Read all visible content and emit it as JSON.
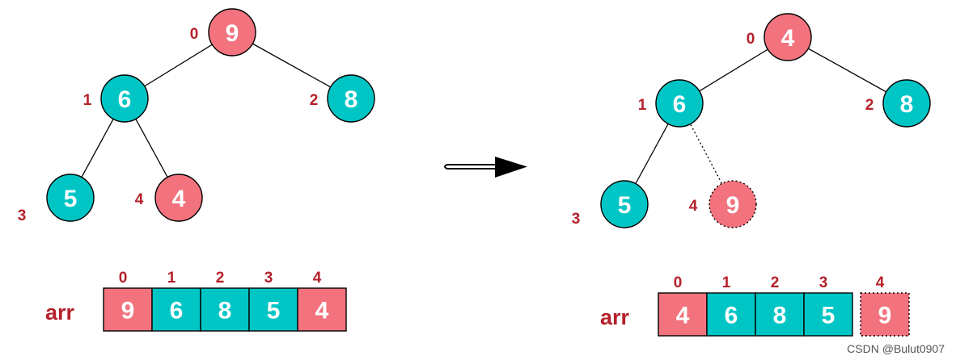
{
  "colors": {
    "pink": "#f2737e",
    "teal": "#00c5c5",
    "index_red": "#b5202a",
    "stroke": "#000000"
  },
  "left": {
    "nodes": [
      {
        "index": "0",
        "value": "9",
        "color": "pink",
        "dashed": false
      },
      {
        "index": "1",
        "value": "6",
        "color": "teal",
        "dashed": false
      },
      {
        "index": "2",
        "value": "8",
        "color": "teal",
        "dashed": false
      },
      {
        "index": "3",
        "value": "5",
        "color": "teal",
        "dashed": false
      },
      {
        "index": "4",
        "value": "4",
        "color": "pink",
        "dashed": false
      }
    ],
    "edges": [
      {
        "from": 0,
        "to": 1,
        "dashed": false
      },
      {
        "from": 0,
        "to": 2,
        "dashed": false
      },
      {
        "from": 1,
        "to": 3,
        "dashed": false
      },
      {
        "from": 1,
        "to": 4,
        "dashed": false
      }
    ],
    "array_label": "arr",
    "cells": [
      {
        "index": "0",
        "value": "9",
        "color": "pink",
        "dashed": false
      },
      {
        "index": "1",
        "value": "6",
        "color": "teal",
        "dashed": false
      },
      {
        "index": "2",
        "value": "8",
        "color": "teal",
        "dashed": false
      },
      {
        "index": "3",
        "value": "5",
        "color": "teal",
        "dashed": false
      },
      {
        "index": "4",
        "value": "4",
        "color": "pink",
        "dashed": false
      }
    ]
  },
  "right": {
    "nodes": [
      {
        "index": "0",
        "value": "4",
        "color": "pink",
        "dashed": false
      },
      {
        "index": "1",
        "value": "6",
        "color": "teal",
        "dashed": false
      },
      {
        "index": "2",
        "value": "8",
        "color": "teal",
        "dashed": false
      },
      {
        "index": "3",
        "value": "5",
        "color": "teal",
        "dashed": false
      },
      {
        "index": "4",
        "value": "9",
        "color": "pink",
        "dashed": true
      }
    ],
    "edges": [
      {
        "from": 0,
        "to": 1,
        "dashed": false
      },
      {
        "from": 0,
        "to": 2,
        "dashed": false
      },
      {
        "from": 1,
        "to": 3,
        "dashed": false
      },
      {
        "from": 1,
        "to": 4,
        "dashed": true
      }
    ],
    "array_label": "arr",
    "cells": [
      {
        "index": "0",
        "value": "4",
        "color": "pink",
        "dashed": false
      },
      {
        "index": "1",
        "value": "6",
        "color": "teal",
        "dashed": false
      },
      {
        "index": "2",
        "value": "8",
        "color": "teal",
        "dashed": false
      },
      {
        "index": "3",
        "value": "5",
        "color": "teal",
        "dashed": false
      },
      {
        "index": "4",
        "value": "9",
        "color": "pink",
        "dashed": true
      }
    ]
  },
  "arrow_icon": "right-arrow-icon",
  "watermark": "CSDN @Bulut0907"
}
